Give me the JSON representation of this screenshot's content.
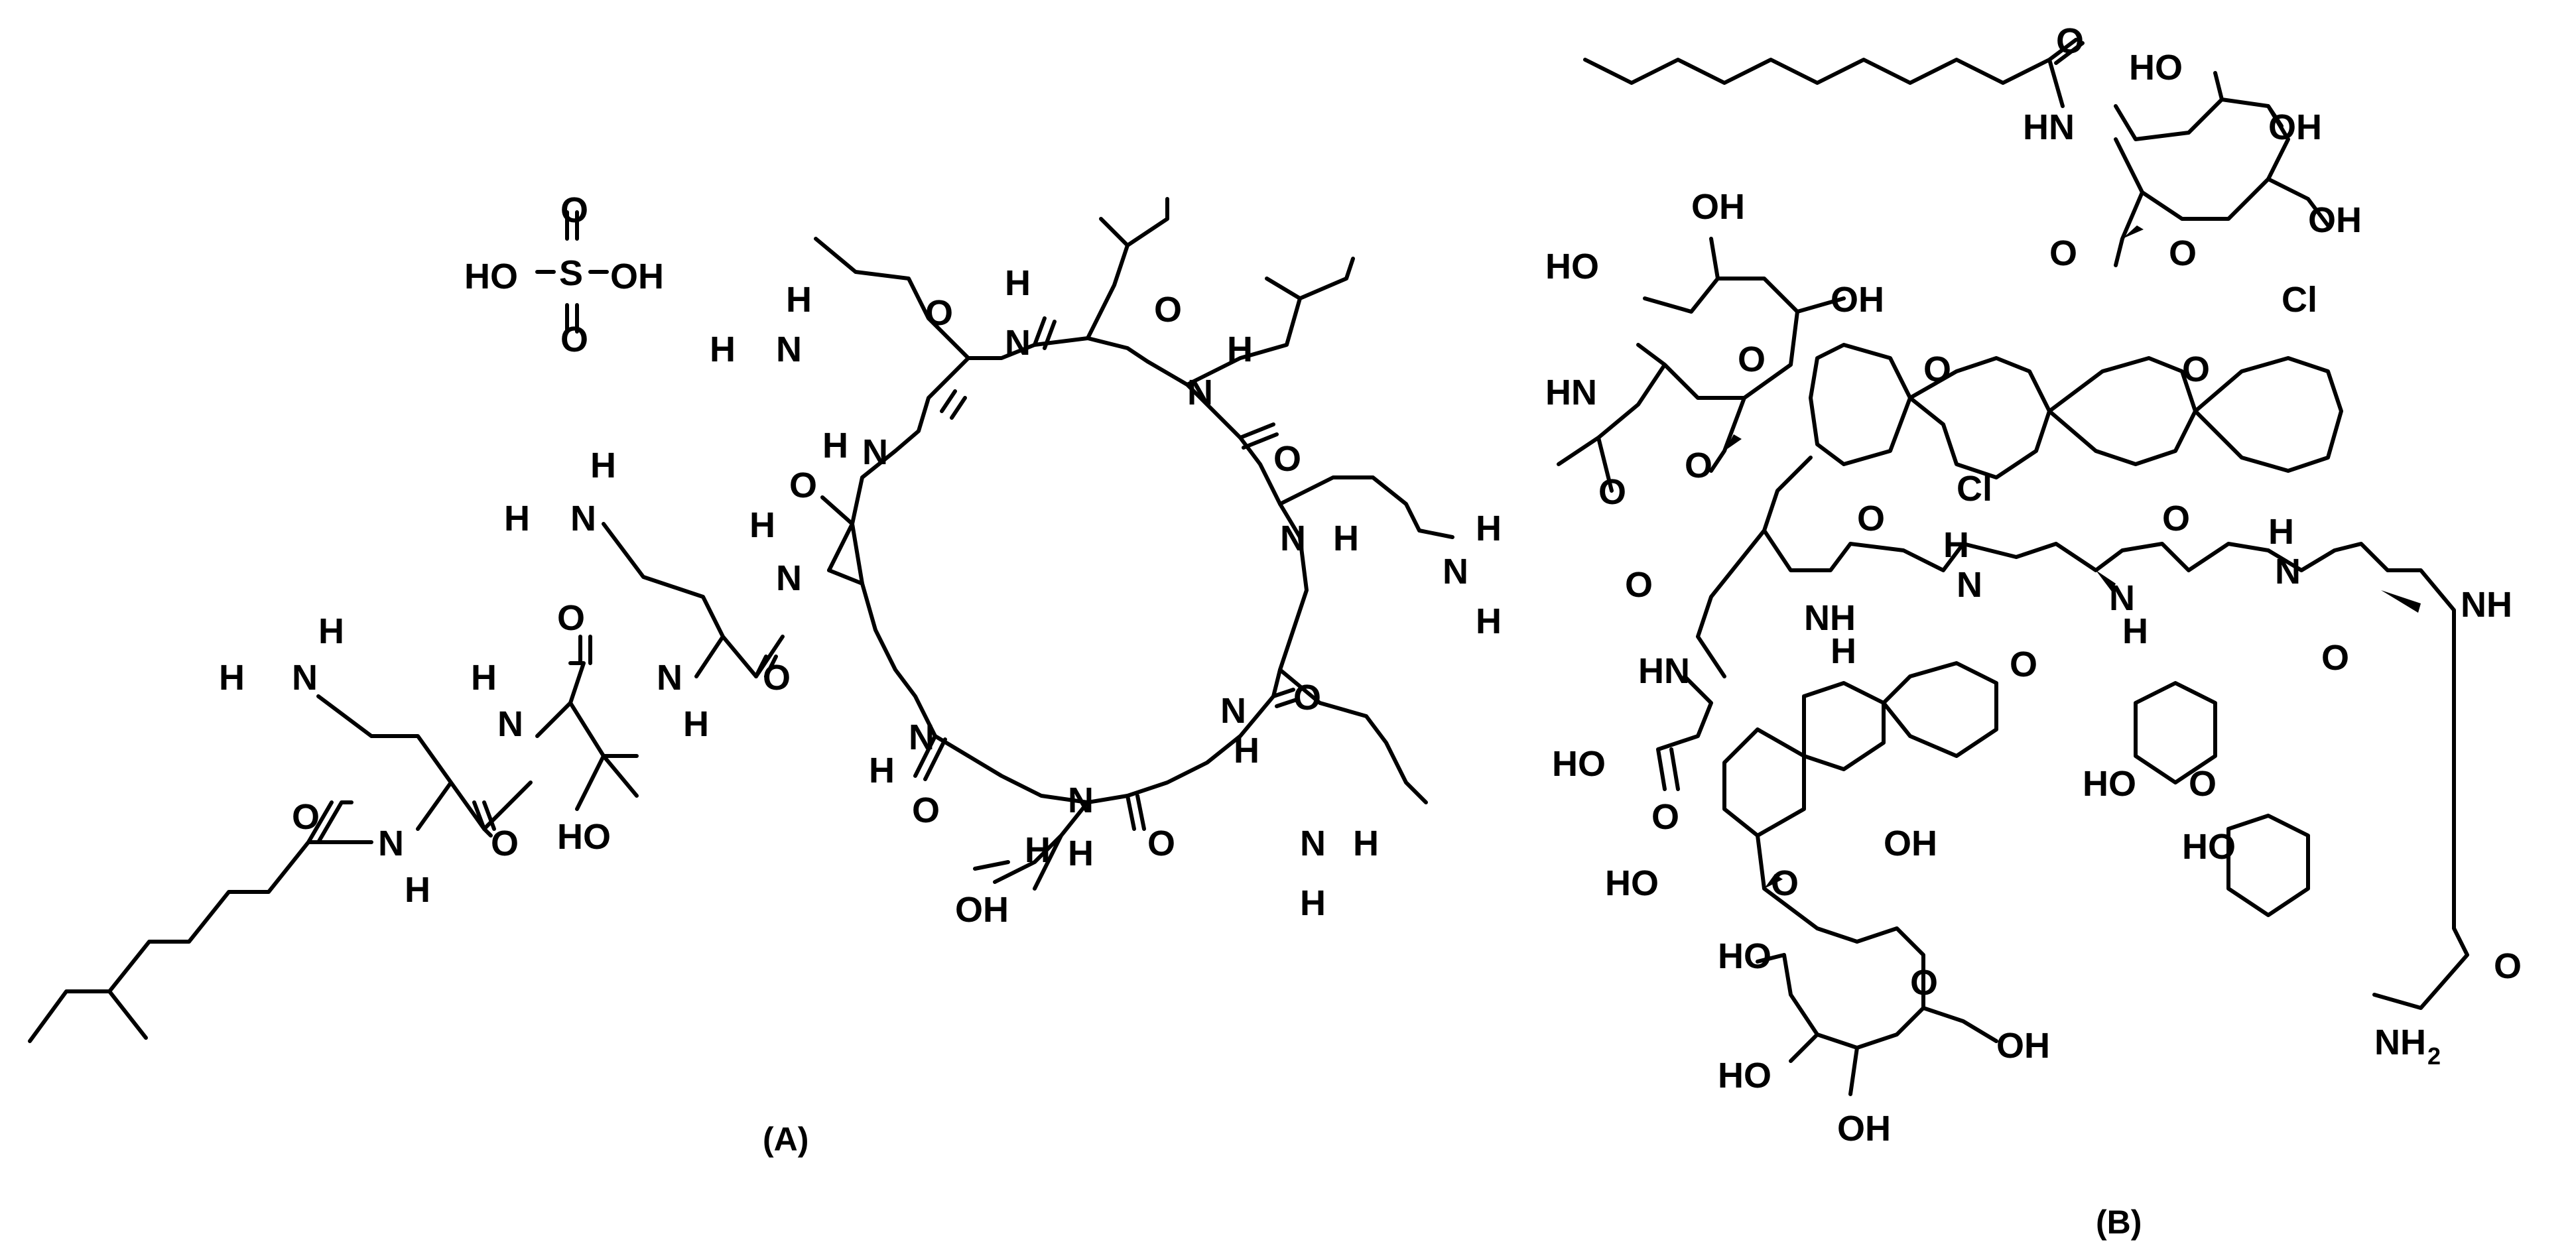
{
  "figure": {
    "panel_labels": {
      "a": "(A)",
      "b": "(B)"
    },
    "atom_labels": {
      "N": "N",
      "H": "H",
      "O": "O",
      "S": "S",
      "Cl": "Cl",
      "HO": "HO",
      "OH": "OH",
      "HN": "HN",
      "NH": "NH",
      "NH2": "NH",
      "NH2_sub": "2"
    }
  }
}
